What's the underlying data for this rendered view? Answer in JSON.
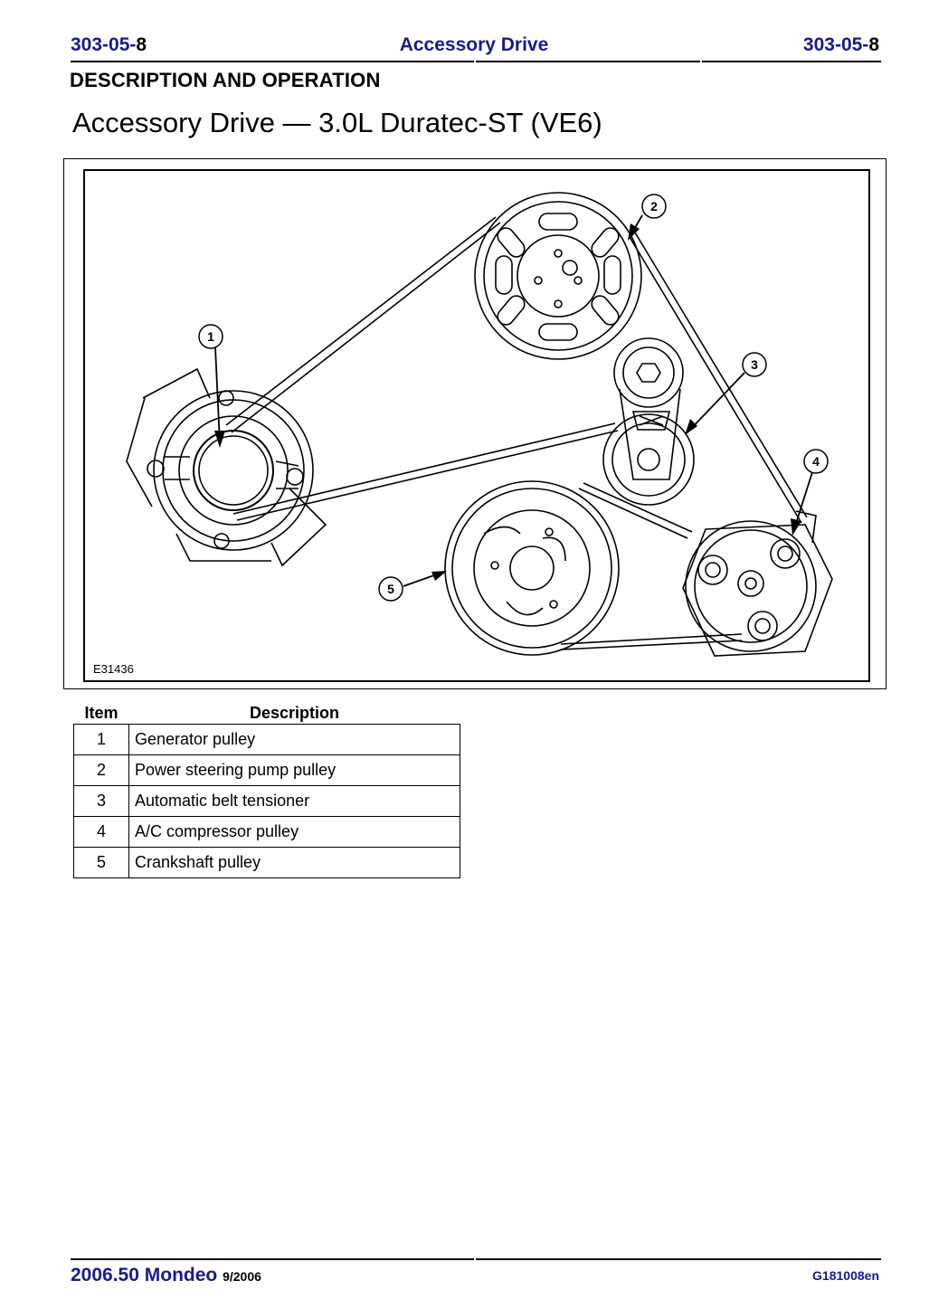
{
  "header": {
    "code_main": "303-05-",
    "code_suffix": "8",
    "title": "Accessory Drive"
  },
  "section_title": "DESCRIPTION AND OPERATION",
  "page_title": "Accessory Drive — 3.0L Duratec-ST (VE6)",
  "figure": {
    "id": "E31436",
    "callouts": [
      "1",
      "2",
      "3",
      "4",
      "5"
    ]
  },
  "table": {
    "headers": {
      "item": "Item",
      "description": "Description"
    },
    "rows": [
      {
        "item": "1",
        "description": "Generator pulley"
      },
      {
        "item": "2",
        "description": "Power steering pump pulley"
      },
      {
        "item": "3",
        "description": "Automatic belt tensioner"
      },
      {
        "item": "4",
        "description": "A/C compressor pulley"
      },
      {
        "item": "5",
        "description": "Crankshaft pulley"
      }
    ]
  },
  "footer": {
    "model": "2006.50 Mondeo",
    "date": "9/2006",
    "doc_code": "G181008en"
  },
  "colors": {
    "header_blue": "#1a1a8c"
  }
}
